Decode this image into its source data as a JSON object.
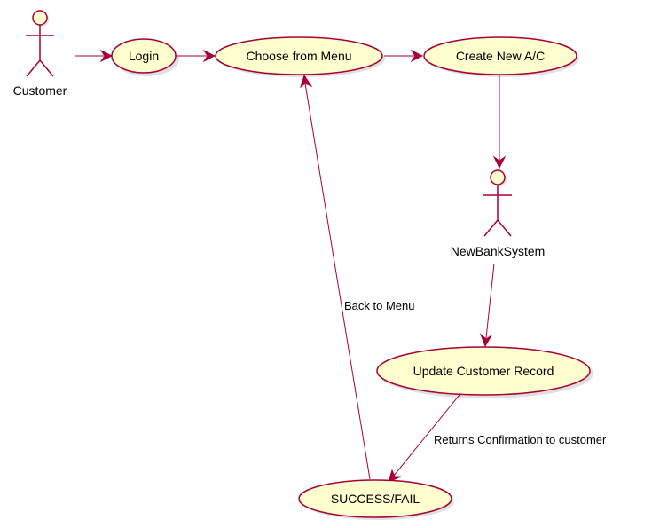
{
  "colors": {
    "fill": "#fefece",
    "stroke": "#a80036",
    "text": "#000000",
    "background": "#ffffff"
  },
  "actors": [
    {
      "id": "customer",
      "label": "Customer"
    },
    {
      "id": "newbank",
      "label": "NewBankSystem"
    }
  ],
  "use_cases": [
    {
      "id": "login",
      "label": "Login"
    },
    {
      "id": "menu",
      "label": "Choose from Menu"
    },
    {
      "id": "create",
      "label": "Create New A/C"
    },
    {
      "id": "update",
      "label": "Update Customer Record"
    },
    {
      "id": "result",
      "label": "SUCCESS/FAIL"
    }
  ],
  "edges": [
    {
      "id": "e1",
      "from": "customer",
      "to": "login",
      "label": ""
    },
    {
      "id": "e2",
      "from": "login",
      "to": "menu",
      "label": ""
    },
    {
      "id": "e3",
      "from": "menu",
      "to": "create",
      "label": ""
    },
    {
      "id": "e4",
      "from": "create",
      "to": "newbank",
      "label": ""
    },
    {
      "id": "e5",
      "from": "newbank",
      "to": "update",
      "label": ""
    },
    {
      "id": "e6",
      "from": "update",
      "to": "result",
      "label": "Returns Confirmation to customer"
    },
    {
      "id": "e7",
      "from": "result",
      "to": "menu",
      "label": "Back to Menu"
    }
  ]
}
